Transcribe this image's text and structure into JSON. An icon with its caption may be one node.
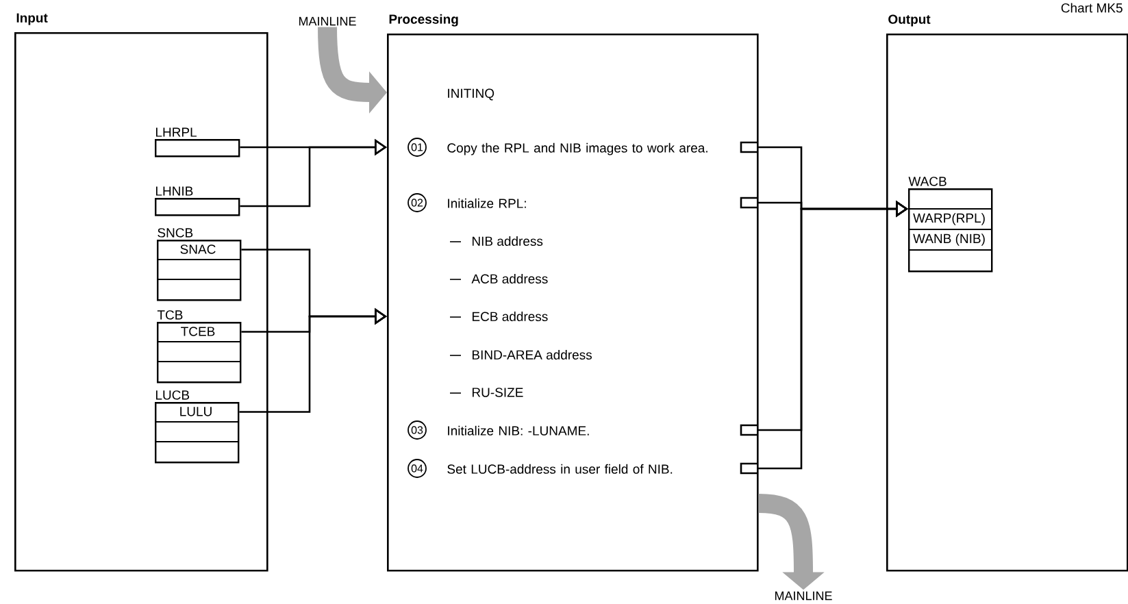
{
  "diagram": {
    "nodes": [
      {
        "text": [
          "Input"
        ]
      },
      {
        "text": [
          "LHRPL"
        ],
        "in": 0
      },
      {
        "text": [
          "LHNIB"
        ],
        "in": 0
      },
      {
        "text": [
          "SNCB",
          "SNAC"
        ],
        "in": 0
      },
      {
        "text": [
          "TCB",
          "TCEB"
        ],
        "in": 0
      },
      {
        "text": [
          "LUCB",
          "LULU"
        ],
        "in": 0
      },
      {
        "text": [
          "MAINLINE"
        ]
      },
      {
        "text": [
          "Processing",
          "INITINQ"
        ]
      },
      {
        "text": [
          "01",
          "Copy the RPL and NIB images to work area."
        ],
        "in": 7
      },
      {
        "text": [
          "02",
          "Initialize RPL:",
          "NIB address",
          "ACB address",
          "ECB address",
          "BIND-AREA address",
          "RU-SIZE"
        ],
        "in": 7
      },
      {
        "text": [
          "03",
          "Initialize NIB: -LUNAME."
        ],
        "in": 7
      },
      {
        "text": [
          "04",
          "Set LUCB-address in user field of NIB."
        ],
        "in": 7
      },
      {
        "text": [
          "Output"
        ]
      },
      {
        "text": [
          "WACB",
          "WARP(RPL)",
          "WANB (NIB)"
        ],
        "in": 12
      },
      {
        "text": [
          "MAINLINE"
        ]
      }
    ],
    "edges": [
      {
        "from": 1,
        "to": 7,
        "arrow": "to"
      },
      {
        "from": 2,
        "to": 7,
        "arrow": "to"
      },
      {
        "from": 3,
        "to": 7,
        "arrow": "to"
      },
      {
        "from": 4,
        "to": 7,
        "arrow": "to"
      },
      {
        "from": 5,
        "to": 7,
        "arrow": "to"
      },
      {
        "from": 6,
        "to": 7,
        "arrow": "to",
        "style": "thick",
        "color": "#a6a6a6"
      },
      {
        "from": 8,
        "to": 13,
        "arrow": "to"
      },
      {
        "from": 9,
        "to": 13,
        "arrow": "to"
      },
      {
        "from": 10,
        "to": 13,
        "arrow": "to"
      },
      {
        "from": 11,
        "to": 13,
        "arrow": "to"
      },
      {
        "from": 7,
        "to": 14,
        "arrow": "to",
        "style": "thick",
        "color": "#a6a6a6"
      }
    ],
    "labels": [
      "Chart MK5"
    ]
  }
}
